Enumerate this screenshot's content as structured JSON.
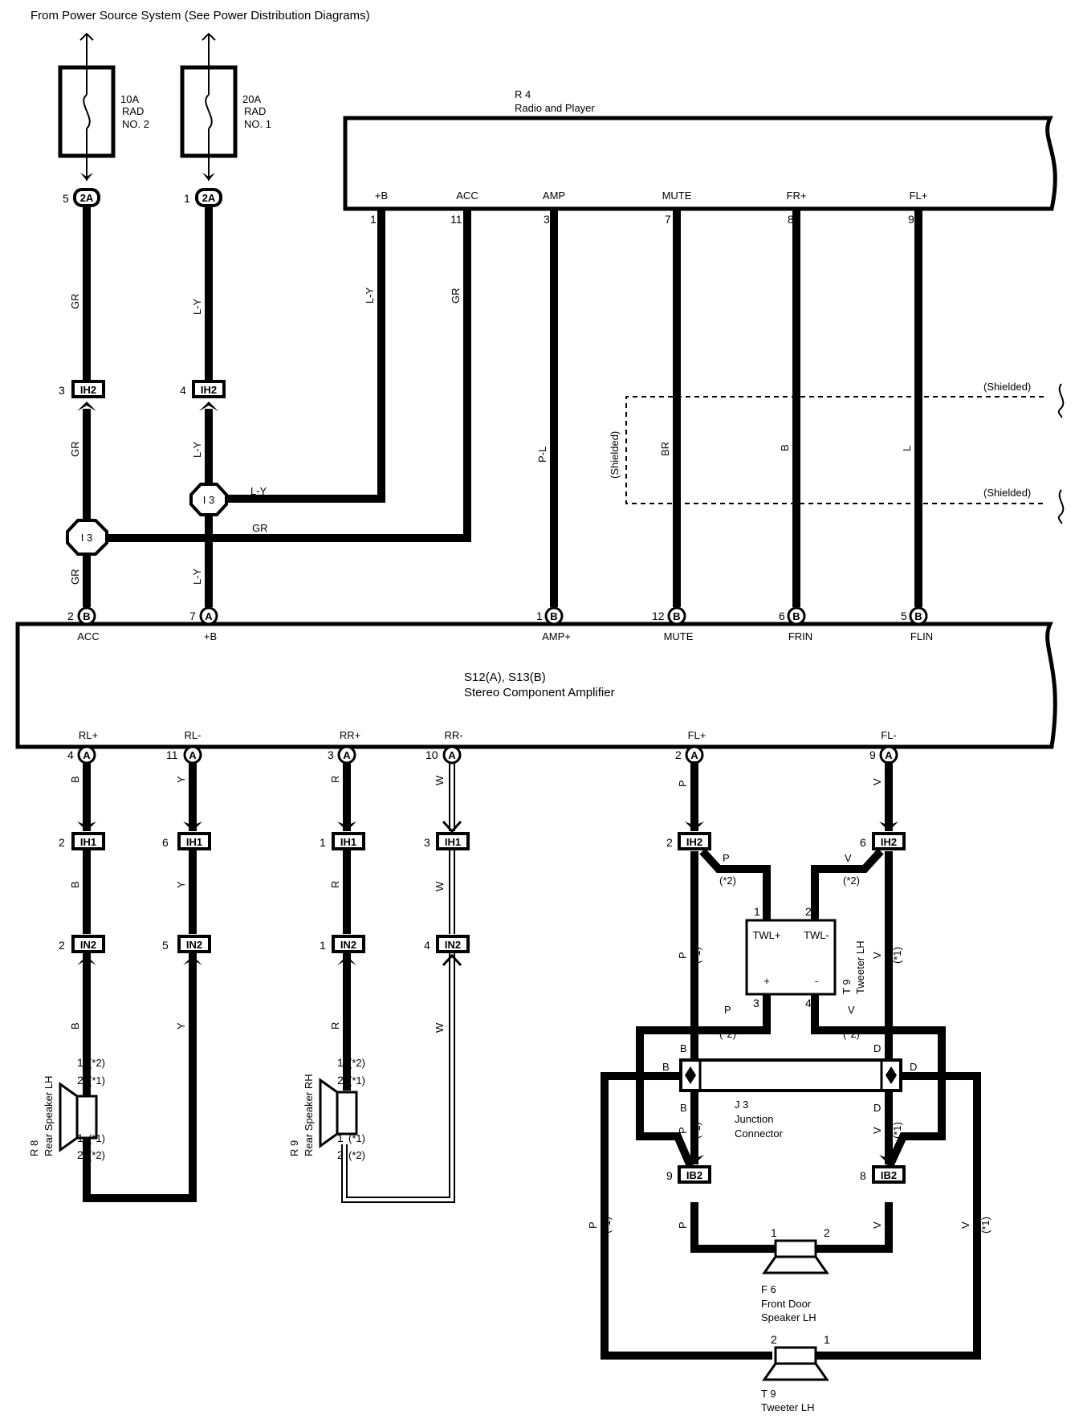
{
  "header": {
    "source_note": "From Power Source System (See Power Distribution Diagrams)"
  },
  "fuses": [
    {
      "rating": "10A",
      "name": "RAD",
      "number": "NO. 2"
    },
    {
      "rating": "20A",
      "name": "RAD",
      "number": "NO. 1"
    }
  ],
  "radio": {
    "code": "R 4",
    "name": "Radio and Player",
    "terminals": [
      {
        "name": "+B",
        "pin": "1",
        "wire": "L-Y"
      },
      {
        "name": "ACC",
        "pin": "11",
        "wire": "GR"
      },
      {
        "name": "AMP",
        "pin": "3",
        "wire": "P-L"
      },
      {
        "name": "MUTE",
        "pin": "7",
        "wire": "BR"
      },
      {
        "name": "FR+",
        "pin": "8",
        "wire": "B"
      },
      {
        "name": "FL+",
        "pin": "9",
        "wire": "L"
      }
    ]
  },
  "amplifier": {
    "code": "S12(A), S13(B)",
    "name": "Stereo Component Amplifier",
    "top_terminals": [
      {
        "name": "ACC",
        "pin": "2",
        "conn": "B"
      },
      {
        "name": "+B",
        "pin": "7",
        "conn": "A"
      },
      {
        "name": "AMP+",
        "pin": "1",
        "conn": "B"
      },
      {
        "name": "MUTE",
        "pin": "12",
        "conn": "B"
      },
      {
        "name": "FRIN",
        "pin": "6",
        "conn": "B"
      },
      {
        "name": "FLIN",
        "pin": "5",
        "conn": "B"
      }
    ],
    "bottom_terminals": [
      {
        "name": "RL+",
        "pin": "4",
        "conn": "A",
        "wire": "B"
      },
      {
        "name": "RL-",
        "pin": "11",
        "conn": "A",
        "wire": "Y"
      },
      {
        "name": "RR+",
        "pin": "3",
        "conn": "A",
        "wire": "R"
      },
      {
        "name": "RR-",
        "pin": "10",
        "conn": "A",
        "wire": "W"
      },
      {
        "name": "FL+",
        "pin": "2",
        "conn": "A",
        "wire": "P"
      },
      {
        "name": "FL-",
        "pin": "9",
        "conn": "A",
        "wire": "V"
      }
    ]
  },
  "connectors": {
    "c2a": "2A",
    "ih2": "IH2",
    "ih1": "IH1",
    "in2": "IN2",
    "ib2": "IB2",
    "i3": "I 3",
    "pin_2a_left": "5",
    "pin_2a_right": "1",
    "pin_ih2_left": "3",
    "pin_ih2_right": "4"
  },
  "wires": {
    "gr": "GR",
    "ly": "L-Y",
    "b": "B",
    "y": "Y",
    "r": "R",
    "w": "W",
    "p": "P",
    "v": "V",
    "shielded": "(Shielded)"
  },
  "rear_pins": {
    "ih1": [
      "2",
      "6",
      "1",
      "3"
    ],
    "in2": [
      "2",
      "5",
      "1",
      "4"
    ]
  },
  "speaker_rl": {
    "code": "R 8",
    "name": "Rear Speaker LH"
  },
  "speaker_rr": {
    "code": "R 9",
    "name": "Rear Speaker RH"
  },
  "speaker_pins": {
    "p1": "1",
    "p2": "2",
    "n1": "(*1)",
    "n2": "(*2)"
  },
  "tweeter_lh_upper": {
    "code": "T 9",
    "name": "Tweeter LH",
    "twl_plus": "TWL+",
    "twl_minus": "TWL-",
    "plus": "+",
    "minus": "-"
  },
  "front_pins": {
    "ih2_l": "2",
    "ih2_r": "6",
    "ib2_l": "9",
    "ib2_r": "8",
    "t1": "1",
    "t2": "2",
    "t3": "3",
    "t4": "4"
  },
  "junction": {
    "code": "J 3",
    "name1": "Junction",
    "name2": "Connector",
    "b": "B",
    "d": "D"
  },
  "front_speaker": {
    "code": "F 6",
    "name1": "Front Door",
    "name2": "Speaker LH"
  },
  "tweeter_lh_lower": {
    "code": "T 9",
    "name": "Tweeter LH"
  }
}
